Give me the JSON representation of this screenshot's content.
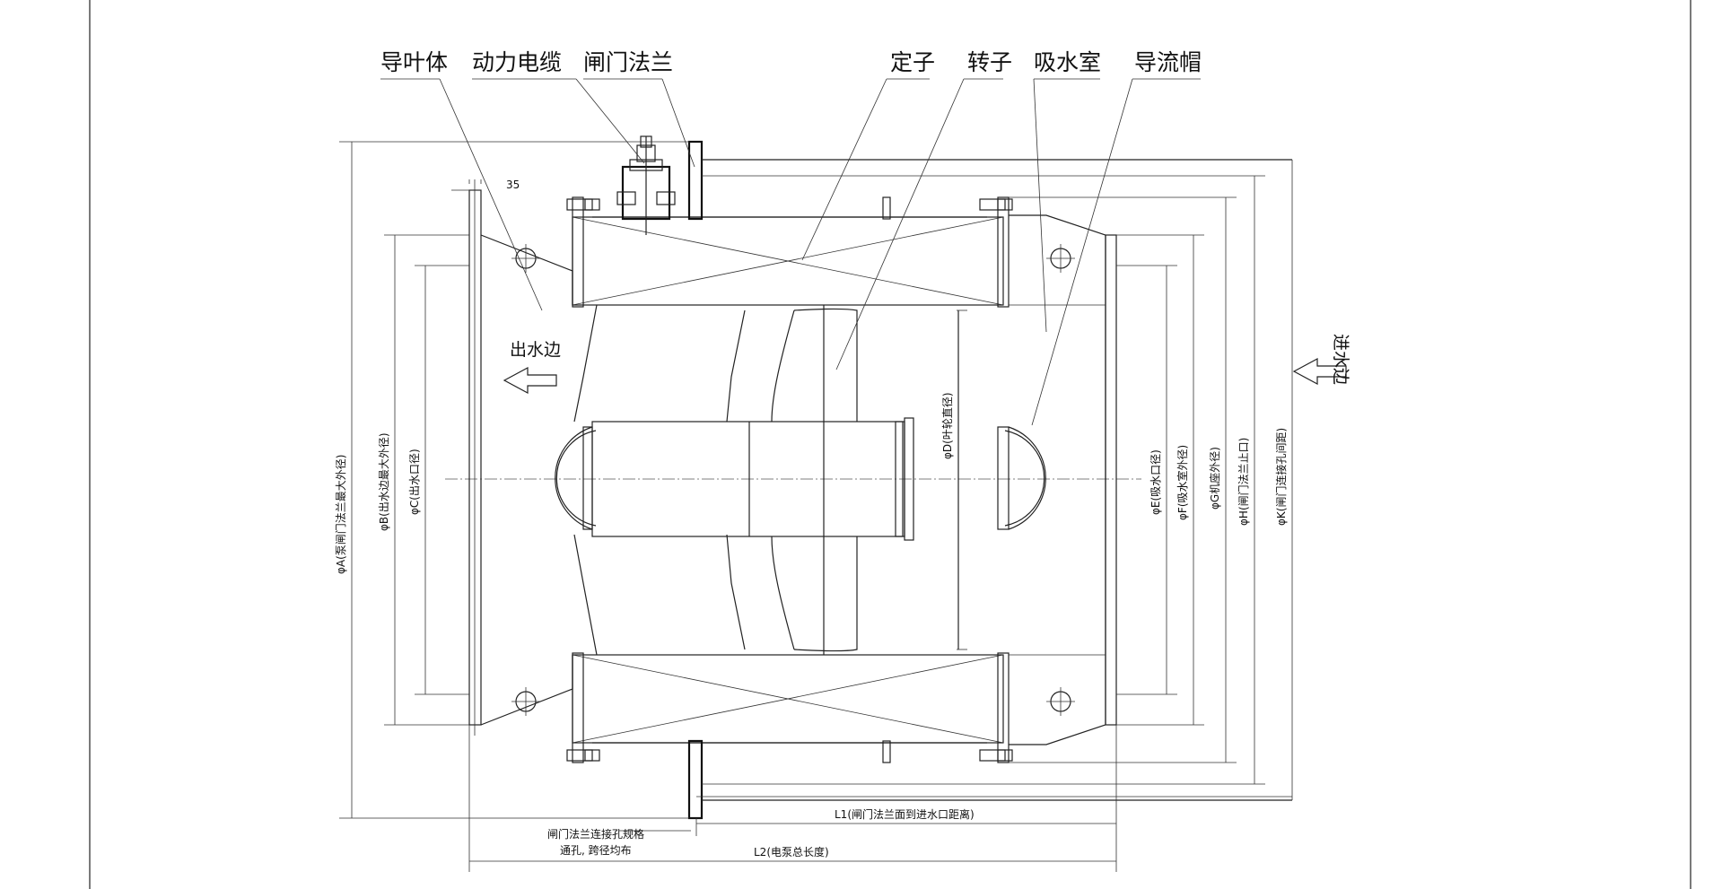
{
  "callouts": {
    "guide_vane_body": "导叶体",
    "power_cable": "动力电缆",
    "gate_flange": "闸门法兰",
    "stator": "定子",
    "rotor": "转子",
    "suction_chamber": "吸水室",
    "flow_cap": "导流帽"
  },
  "sides": {
    "outlet": "出水边",
    "inlet": "进水边"
  },
  "dimensions": {
    "small": "35",
    "phi_a": "φA(泵闸门法兰最大外径)",
    "phi_b": "φB(出水边最大外径)",
    "phi_c": "φC(出水口径)",
    "phi_d": "φD(叶轮直径)",
    "phi_e": "φE(吸水口径)",
    "phi_f": "φF(吸水室外径)",
    "phi_g": "φG机座外径)",
    "phi_h": "φH(闸门法兰止口)",
    "phi_k": "φK(闸门连接孔间距)",
    "l1": "L1(闸门法兰面到进水口距离)",
    "l2": "L2(电泵总长度)"
  },
  "notes": {
    "hole_spec_line1": "闸门法兰连接孔规格",
    "hole_spec_line2": "通孔, 跨径均布"
  }
}
